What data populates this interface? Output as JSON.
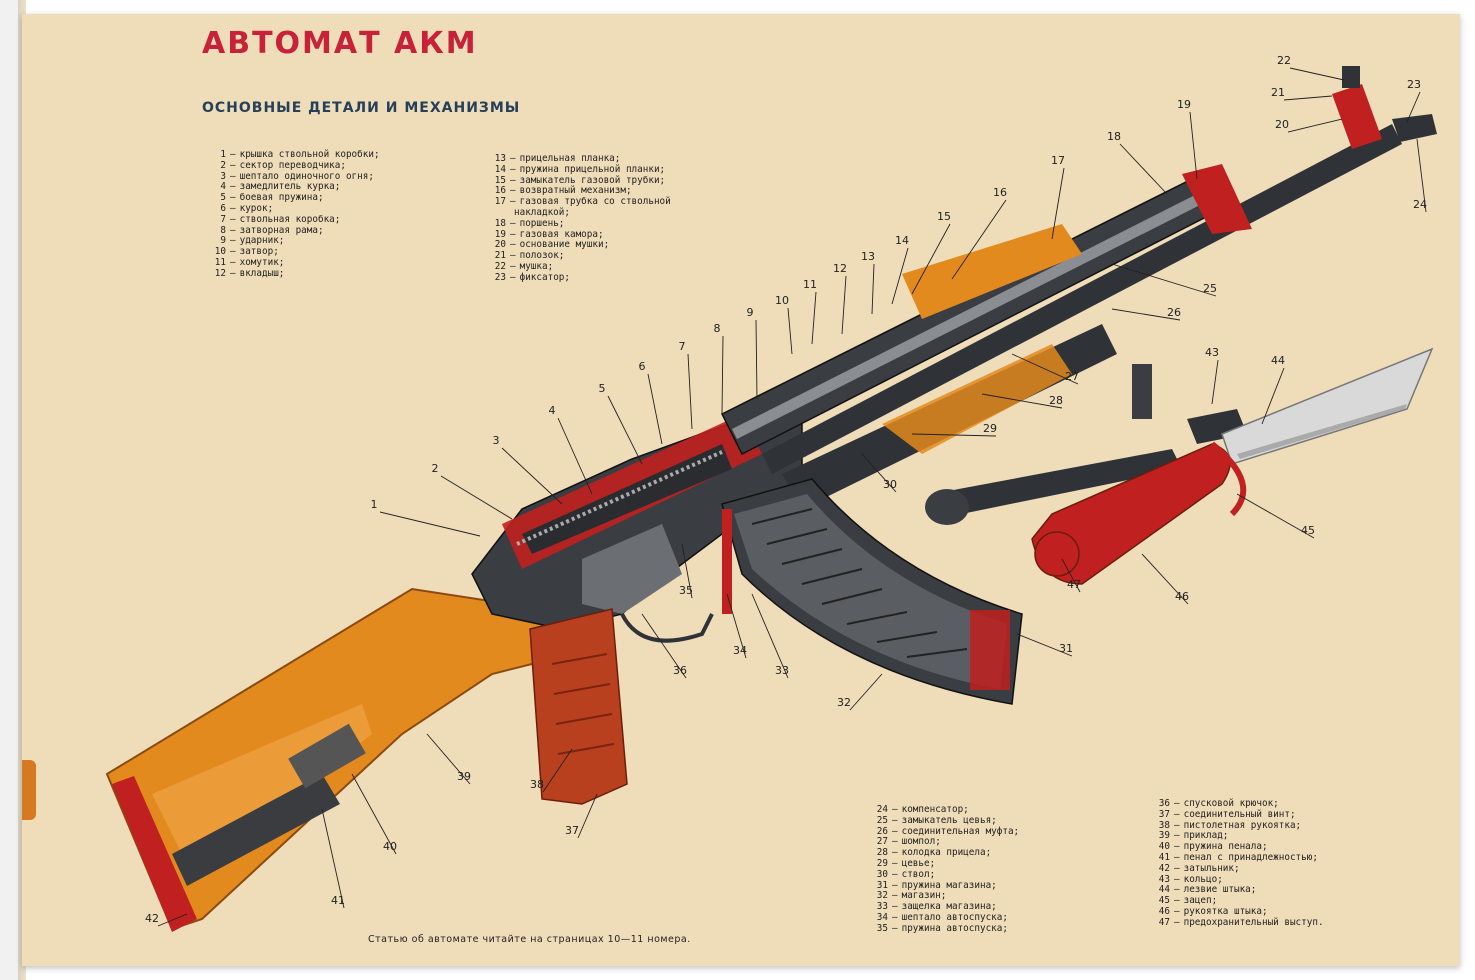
{
  "poster": {
    "title": "АВТОМАТ АКМ",
    "subtitle": "ОСНОВНЫЕ ДЕТАЛИ И МЕХАНИЗМЫ",
    "footnote": "Статью об автомате читайте на страницах 10—11 номера."
  },
  "legend_top_left": [
    {
      "num": "1",
      "text": "крышка ствольной коробки;"
    },
    {
      "num": "2",
      "text": "сектор переводчика;"
    },
    {
      "num": "3",
      "text": "шептало одиночного огня;"
    },
    {
      "num": "4",
      "text": "замедлитель курка;"
    },
    {
      "num": "5",
      "text": "боевая пружина;"
    },
    {
      "num": "6",
      "text": "курок;"
    },
    {
      "num": "7",
      "text": "ствольная коробка;"
    },
    {
      "num": "8",
      "text": "затворная рама;"
    },
    {
      "num": "9",
      "text": "ударник;"
    },
    {
      "num": "10",
      "text": "затвор;"
    },
    {
      "num": "11",
      "text": "хомутик;"
    },
    {
      "num": "12",
      "text": "вкладыш;"
    }
  ],
  "legend_top_right": [
    {
      "num": "13",
      "text": "прицельная планка;"
    },
    {
      "num": "14",
      "text": "пружина прицельной планки;"
    },
    {
      "num": "15",
      "text": "замыкатель газовой трубки;"
    },
    {
      "num": "16",
      "text": "возвратный механизм;"
    },
    {
      "num": "17",
      "text": "газовая трубка со ствольной"
    },
    {
      "num": "",
      "text": "накладкой;"
    },
    {
      "num": "18",
      "text": "поршень;"
    },
    {
      "num": "19",
      "text": "газовая камора;"
    },
    {
      "num": "20",
      "text": "основание мушки;"
    },
    {
      "num": "21",
      "text": "полозок;"
    },
    {
      "num": "22",
      "text": "мушка;"
    },
    {
      "num": "23",
      "text": "фиксатор;"
    }
  ],
  "legend_bottom_left": [
    {
      "num": "24",
      "text": "компенсатор;"
    },
    {
      "num": "25",
      "text": "замыкатель цевья;"
    },
    {
      "num": "26",
      "text": "соединительная муфта;"
    },
    {
      "num": "27",
      "text": "шомпол;"
    },
    {
      "num": "28",
      "text": "колодка прицела;"
    },
    {
      "num": "29",
      "text": "цевье;"
    },
    {
      "num": "30",
      "text": "ствол;"
    },
    {
      "num": "31",
      "text": "пружина магазина;"
    },
    {
      "num": "32",
      "text": "магазин;"
    },
    {
      "num": "33",
      "text": "защелка магазина;"
    },
    {
      "num": "34",
      "text": "шептало автоспуска;"
    },
    {
      "num": "35",
      "text": "пружина автоспуска;"
    }
  ],
  "legend_bottom_right": [
    {
      "num": "36",
      "text": "спусковой крючок;"
    },
    {
      "num": "37",
      "text": "соединительный винт;"
    },
    {
      "num": "38",
      "text": "пистолетная рукоятка;"
    },
    {
      "num": "39",
      "text": "приклад;"
    },
    {
      "num": "40",
      "text": "пружина пенала;"
    },
    {
      "num": "41",
      "text": "пенал с принадлежностью;"
    },
    {
      "num": "42",
      "text": "затыльник;"
    },
    {
      "num": "43",
      "text": "кольцо;"
    },
    {
      "num": "44",
      "text": "лезвие штыка;"
    },
    {
      "num": "45",
      "text": "зацеп;"
    },
    {
      "num": "46",
      "text": "рукоятка штыка;"
    },
    {
      "num": "47",
      "text": "предохранительный выступ."
    }
  ],
  "callouts": [
    {
      "num": "1"
    },
    {
      "num": "2"
    },
    {
      "num": "3"
    },
    {
      "num": "4"
    },
    {
      "num": "5"
    },
    {
      "num": "6"
    },
    {
      "num": "7"
    },
    {
      "num": "8"
    },
    {
      "num": "9"
    },
    {
      "num": "10"
    },
    {
      "num": "11"
    },
    {
      "num": "12"
    },
    {
      "num": "13"
    },
    {
      "num": "14"
    },
    {
      "num": "15"
    },
    {
      "num": "16"
    },
    {
      "num": "17"
    },
    {
      "num": "18"
    },
    {
      "num": "19"
    },
    {
      "num": "20"
    },
    {
      "num": "21"
    },
    {
      "num": "22"
    },
    {
      "num": "23"
    },
    {
      "num": "24"
    },
    {
      "num": "25"
    },
    {
      "num": "26"
    },
    {
      "num": "27"
    },
    {
      "num": "28"
    },
    {
      "num": "29"
    },
    {
      "num": "30"
    },
    {
      "num": "31"
    },
    {
      "num": "32"
    },
    {
      "num": "33"
    },
    {
      "num": "34"
    },
    {
      "num": "35"
    },
    {
      "num": "36"
    },
    {
      "num": "37"
    },
    {
      "num": "38"
    },
    {
      "num": "39"
    },
    {
      "num": "40"
    },
    {
      "num": "41"
    },
    {
      "num": "42"
    },
    {
      "num": "43"
    },
    {
      "num": "44"
    },
    {
      "num": "45"
    },
    {
      "num": "46"
    },
    {
      "num": "47"
    }
  ],
  "colors": {
    "paper": "#efdcb9",
    "title_red": "#c7223a",
    "subtitle_navy": "#26405a",
    "wood": "#e38a1f",
    "steel": "#2f3236",
    "cutaway_red": "#c0201f",
    "grip": "#b8401e"
  }
}
